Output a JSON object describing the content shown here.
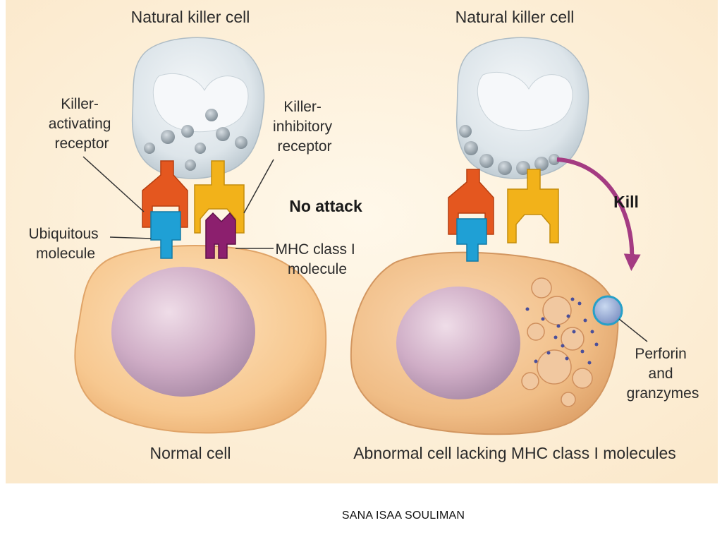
{
  "left_panel": {
    "title": "Natural killer cell",
    "activating_receptor": [
      "Killer-",
      "activating",
      "receptor"
    ],
    "inhibitory_receptor": [
      "Killer-",
      "inhibitory",
      "receptor"
    ],
    "ubiquitous_molecule": [
      "Ubiquitous",
      "molecule"
    ],
    "mhc_molecule": [
      "MHC class I",
      "molecule"
    ],
    "outcome": "No attack",
    "target_label": "Normal cell"
  },
  "right_panel": {
    "title": "Natural killer cell",
    "outcome": "Kill",
    "perforin": [
      "Perforin",
      "and",
      "granzymes"
    ],
    "target_label": "Abnormal cell lacking MHC class I molecules"
  },
  "credit": "SANA ISAA SOULIMAN",
  "colors": {
    "background": "#fdf1dc",
    "activating_receptor": "#e4571f",
    "inhibitory_receptor": "#f2b21a",
    "ubiquitous_molecule": "#1fa0d5",
    "mhc_molecule": "#8c1f6e",
    "kill_arrow": "#a43b82",
    "nk_cell": "#dfe7ec",
    "target_cell": "#f5c58c",
    "nucleus": "#c9a3be"
  }
}
